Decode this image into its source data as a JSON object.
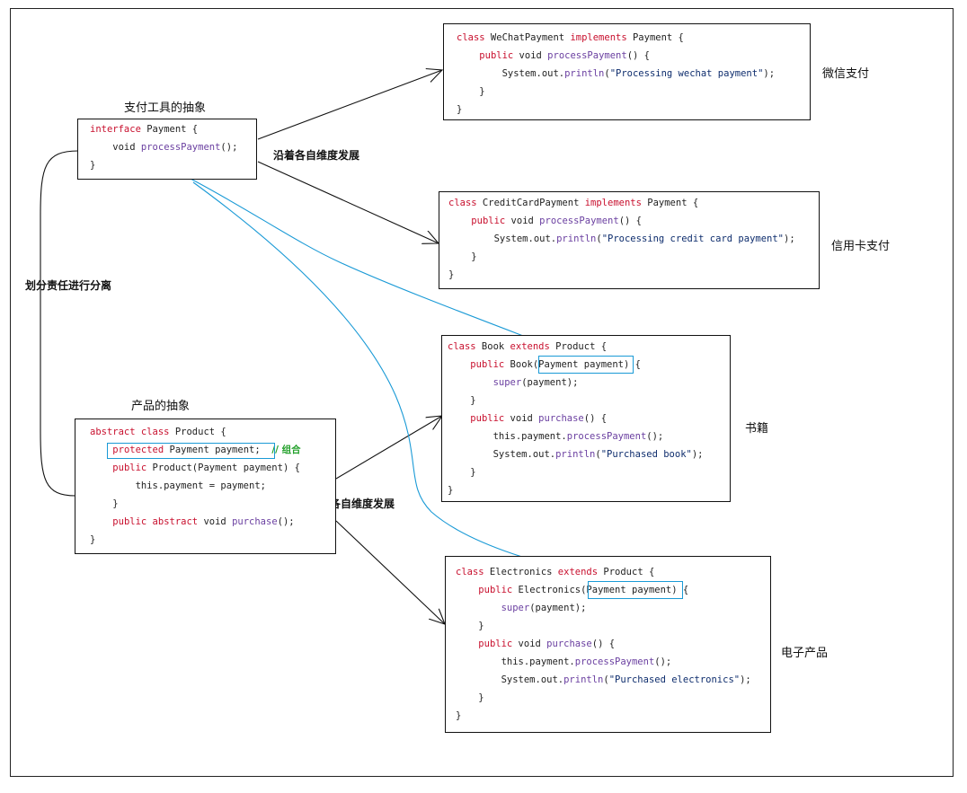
{
  "labels": {
    "payment_abstraction": "支付工具的抽象",
    "product_abstraction": "产品的抽象",
    "separation": "划分责任进行分离",
    "develop_top": "沿着各自维度发展",
    "develop_bottom": "沿着各自维度发展",
    "wechat": "微信支付",
    "creditcard": "信用卡支付",
    "book": "书籍",
    "electronics": "电子产品"
  },
  "payment_interface": {
    "l1_kw": "interface",
    "l1_rest": " Payment {",
    "l2_pre": "    void ",
    "l2_md": "processPayment",
    "l2_post": "();",
    "l3": "}"
  },
  "product_class": {
    "l1_kw": "abstract class",
    "l1_rest": " Product {",
    "l2_kw": "protected",
    "l2_rest": " Payment payment;",
    "l2_comment": "// 组合",
    "l3_kw": "public",
    "l3_rest": " Product(Payment payment) {",
    "l4": "        this.payment = payment;",
    "l5": "    }",
    "l6_kw": "public abstract",
    "l6_mid": " void ",
    "l6_md": "purchase",
    "l6_post": "();",
    "l7": "}"
  },
  "wechat_class": {
    "l1_kw1": "class",
    "l1_mid": " WeChatPayment ",
    "l1_kw2": "implements",
    "l1_rest": " Payment {",
    "l2_kw": "public",
    "l2_mid": " void ",
    "l2_md": "processPayment",
    "l2_post": "() {",
    "l3_pre": "        System.out.",
    "l3_md": "println",
    "l3_p1": "(",
    "l3_str": "\"Processing wechat payment\"",
    "l3_p2": ");",
    "l4": "    }",
    "l5": "}"
  },
  "credit_class": {
    "l1_kw1": "class",
    "l1_mid": " CreditCardPayment ",
    "l1_kw2": "implements",
    "l1_rest": " Payment {",
    "l2_kw": "public",
    "l2_mid": " void ",
    "l2_md": "processPayment",
    "l2_post": "() {",
    "l3_pre": "        System.out.",
    "l3_md": "println",
    "l3_p1": "(",
    "l3_str": "\"Processing credit card payment\"",
    "l3_p2": ");",
    "l4": "    }",
    "l5": "}"
  },
  "book_class": {
    "l1_kw1": "class",
    "l1_mid": " Book ",
    "l1_kw2": "extends",
    "l1_rest": " Product {",
    "l2_kw": "public",
    "l2_name": " Book(",
    "l2_param": "Payment payment",
    "l2_post": ") {",
    "l3_md": "super",
    "l3_post": "(payment);",
    "l4": "    }",
    "l5_kw": "public",
    "l5_mid": " void ",
    "l5_md": "purchase",
    "l5_post": "() {",
    "l6_pre": "        this.payment.",
    "l6_md": "processPayment",
    "l6_post": "();",
    "l7_pre": "        System.out.",
    "l7_md": "println",
    "l7_p1": "(",
    "l7_str": "\"Purchased book\"",
    "l7_p2": ");",
    "l8": "    }",
    "l9": "}"
  },
  "electronics_class": {
    "l1_kw1": "class",
    "l1_mid": " Electronics ",
    "l1_kw2": "extends",
    "l1_rest": " Product {",
    "l2_kw": "public",
    "l2_name": " Electronics(",
    "l2_param": "Payment payment",
    "l2_post": ") {",
    "l3_md": "super",
    "l3_post": "(payment);",
    "l4": "    }",
    "l5_kw": "public",
    "l5_mid": " void ",
    "l5_md": "purchase",
    "l5_post": "() {",
    "l6_pre": "        this.payment.",
    "l6_md": "processPayment",
    "l6_post": "();",
    "l7_pre": "        System.out.",
    "l7_md": "println",
    "l7_p1": "(",
    "l7_str": "\"Purchased electronics\"",
    "l7_p2": ");",
    "l8": "    }",
    "l9": "}"
  },
  "colors": {
    "keyword": "#c8102e",
    "method": "#6a3fa0",
    "string": "#0e2d6d",
    "comment": "#22a02a",
    "highlight": "#1a9ad6"
  }
}
